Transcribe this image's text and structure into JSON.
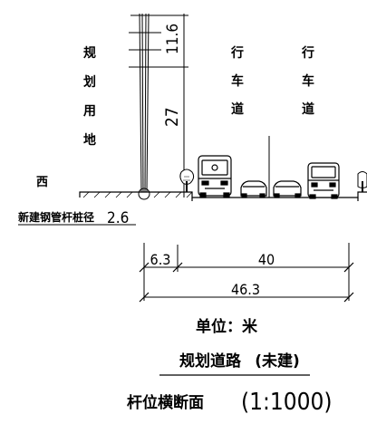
{
  "diagram": {
    "labels": {
      "planned_land_chars": [
        "规",
        "划",
        "用",
        "地"
      ],
      "west": "西",
      "lane_left_chars": [
        "行",
        "车",
        "道"
      ],
      "lane_right_chars": [
        "行",
        "车",
        "道"
      ],
      "pole_note": "新建钢管杆桩径",
      "pole_dia": "2.6",
      "pole_height_top": "11.6",
      "pole_height_main": "27"
    },
    "dimensions": {
      "left": "6.3",
      "mid": "40",
      "total": "46.3"
    },
    "footer": {
      "unit": "单位：米",
      "road_name": "规划道路",
      "road_status": "(未建)",
      "section_title": "杆位横断面",
      "scale": "(1:1000)"
    }
  },
  "colors": {
    "line": "#000000",
    "background": "#ffffff"
  },
  "icons": [
    "tree-icon",
    "bus-icon",
    "car-icon"
  ]
}
